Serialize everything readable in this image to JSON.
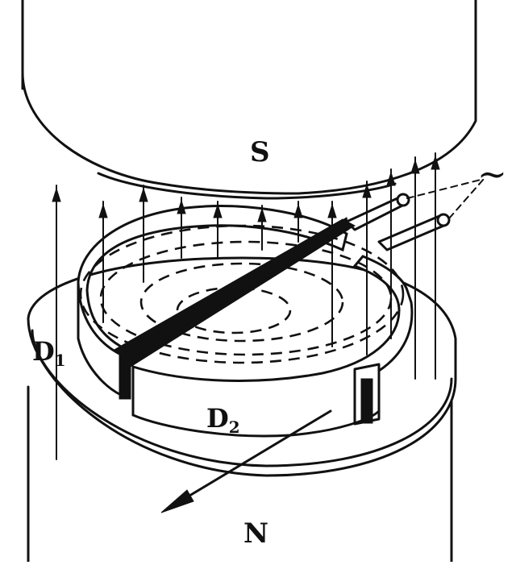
{
  "diagram": {
    "labels": {
      "south_pole": "S",
      "north_pole": "N",
      "d1_main": "D",
      "d1_sub": "1",
      "d2_main": "D",
      "d2_sub": "2",
      "ac_source": "~"
    }
  }
}
